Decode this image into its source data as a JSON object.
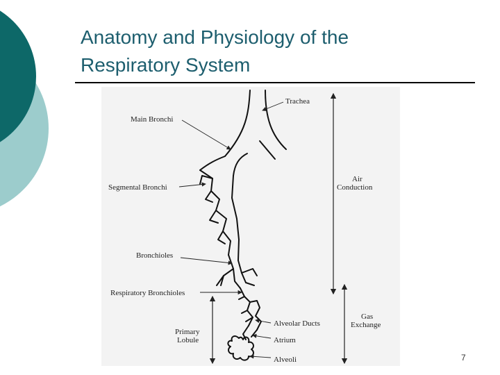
{
  "slide": {
    "title_line1": "Anatomy and Physiology of the",
    "title_line2": "Respiratory System",
    "page_number": "7",
    "colors": {
      "dark_teal": "#0d6868",
      "light_teal": "#9ccccc",
      "title_text": "#1d5e6e"
    }
  },
  "figure": {
    "labels": {
      "trachea": "Trachea",
      "main_bronchi": "Main Bronchi",
      "segmental_bronchi": "Segmental Bronchi",
      "bronchioles": "Bronchioles",
      "respiratory_bronchioles": "Respiratory Bronchioles",
      "primary_lobule_1": "Primary",
      "primary_lobule_2": "Lobule",
      "alveolar_ducts": "Alveolar Ducts",
      "atrium": "Atrium",
      "alveoli": "Alveoli",
      "air_conduction_1": "Air",
      "air_conduction_2": "Conduction",
      "gas_exchange_1": "Gas",
      "gas_exchange_2": "Exchange"
    }
  }
}
